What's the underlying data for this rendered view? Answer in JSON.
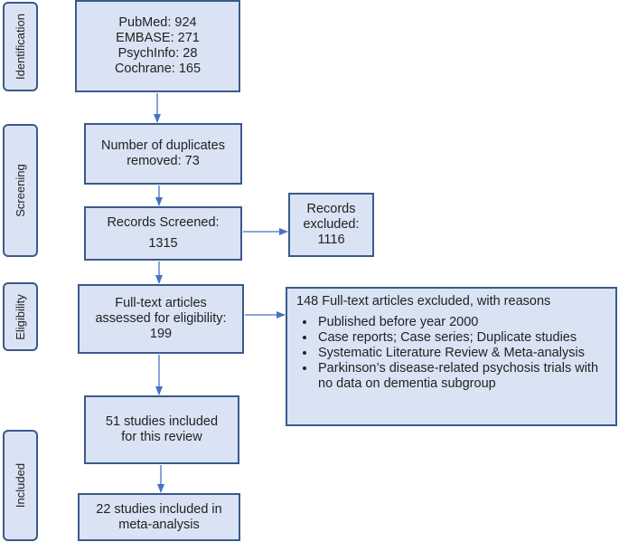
{
  "stages": {
    "identification": "Identification",
    "screening": "Screening",
    "eligibility": "Eligibility",
    "included": "Included"
  },
  "sources": {
    "pubmed": "PubMed: 924",
    "embase": "EMBASE: 271",
    "psychinfo": "PsychInfo: 28",
    "cochrane": "Cochrane: 165"
  },
  "duplicates": {
    "line1": "Number of duplicates",
    "line2": "removed: 73"
  },
  "screened": {
    "line1": "Records Screened:",
    "line2": "1315"
  },
  "excluded_records": {
    "line1": "Records",
    "line2": "excluded:",
    "line3": "1116"
  },
  "fulltext": {
    "line1": "Full-text articles",
    "line2": "assessed for eligibility:",
    "line3": "199"
  },
  "fulltext_excluded": {
    "title": "148 Full-text articles excluded, with reasons",
    "reasons": [
      "Published before year 2000",
      "Case reports; Case series; Duplicate studies",
      "Systematic Literature Review & Meta-analysis",
      "Parkinson’s disease-related psychosis trials with no data on dementia subgroup"
    ]
  },
  "included_review": {
    "line1": "51 studies included",
    "line2": "for this review"
  },
  "included_meta": {
    "line1": "22 studies included in",
    "line2": "meta-analysis"
  },
  "colors": {
    "box_fill": "#dae3f3",
    "border": "#3a5a8c",
    "arrow": "#4472c4"
  }
}
